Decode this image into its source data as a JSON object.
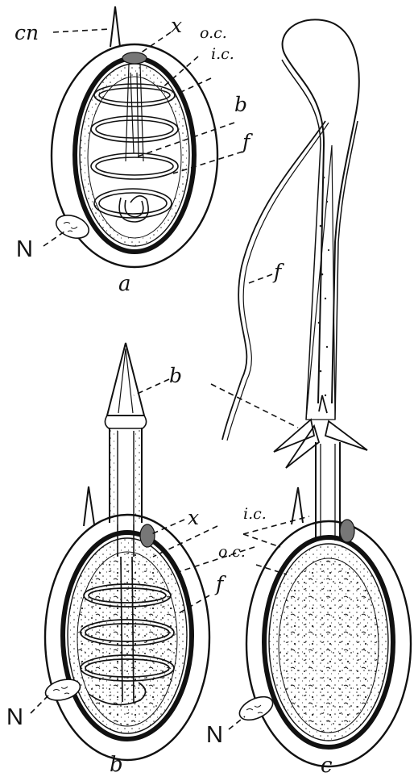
{
  "figure": {
    "panel_labels": {
      "a": "a",
      "b": "b",
      "c": "c"
    },
    "labels": {
      "cnidocil": "cn",
      "plug": "x",
      "outer_capsule": "o.c.",
      "inner_capsule": "i.c.",
      "barbs": "b",
      "filament": "f",
      "nucleus": "N"
    }
  }
}
